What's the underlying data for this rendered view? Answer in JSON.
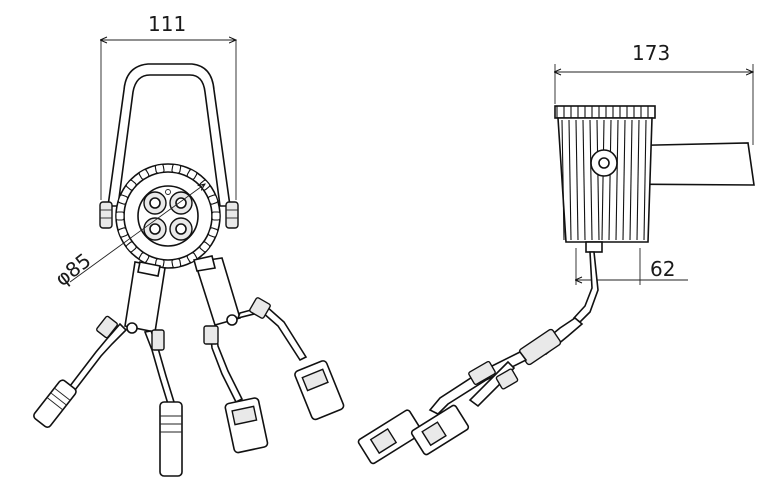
{
  "dimensions": {
    "front_width": "111",
    "lens_diameter": "φ85",
    "side_length": "173",
    "side_depth": "62"
  },
  "colors": {
    "line": "#111111",
    "background": "#ffffff",
    "fill_gray": "#e9e9e9"
  },
  "views": {
    "front_view": "front-view-drawing",
    "side_view": "side-view-drawing"
  }
}
